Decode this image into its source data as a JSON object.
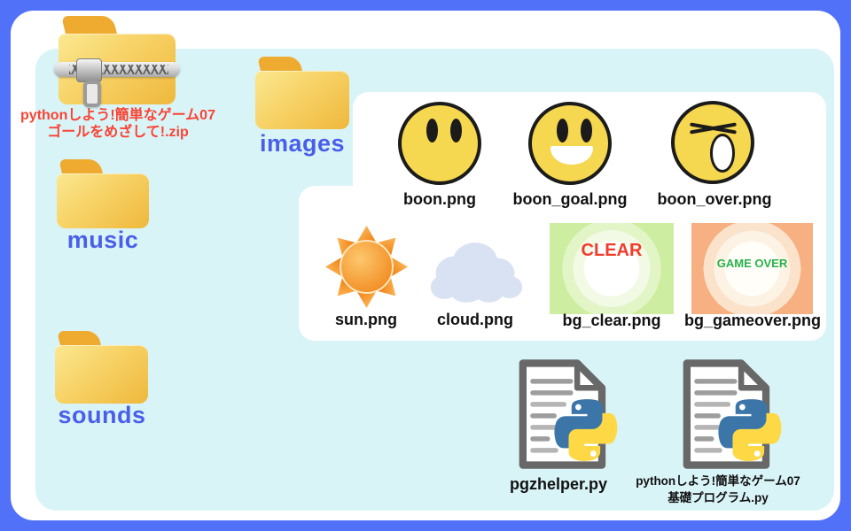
{
  "zip": {
    "icon": "zip-folder-icon",
    "label_line1": "pythonしよう!簡単なゲーム07",
    "label_line2": "ゴールをめざして!.zip"
  },
  "folders": [
    {
      "name": "images",
      "icon": "folder-icon"
    },
    {
      "name": "music",
      "icon": "folder-icon"
    },
    {
      "name": "sounds",
      "icon": "folder-icon"
    }
  ],
  "image_files": [
    {
      "label": "boon.png",
      "icon": "smiley-face-icon"
    },
    {
      "label": "boon_goal.png",
      "icon": "smiley-smile-face-icon"
    },
    {
      "label": "boon_over.png",
      "icon": "smiley-knockout-face-icon"
    },
    {
      "label": "sun.png",
      "icon": "sun-icon"
    },
    {
      "label": "cloud.png",
      "icon": "cloud-icon"
    },
    {
      "label": "bg_clear.png",
      "icon": "clear-background-thumbnail",
      "overlay_text": "CLEAR"
    },
    {
      "label": "bg_gameover.png",
      "icon": "gameover-background-thumbnail",
      "overlay_text": "GAME OVER"
    }
  ],
  "python_files": [
    {
      "label": "pgzhelper.py",
      "icon": "python-file-icon"
    },
    {
      "label_line1": "pythonしよう!簡単なゲーム07",
      "label_line2": "基礎プログラム.py",
      "icon": "python-file-icon"
    }
  ],
  "colors": {
    "background_blue": "#5271F9",
    "inner_panel_cyan": "#D9F4F7",
    "files_panel_white": "#FFFFFF",
    "folder_yellow": "#F3C94F",
    "folder_label_blue": "#4A5FE9",
    "zip_label_red": "#F94334",
    "file_label_black": "#111111",
    "clear_text_red": "#F23B2B",
    "gameover_text_green": "#28B24B",
    "python_blue": "#3C76A9",
    "python_yellow": "#FFD845"
  }
}
